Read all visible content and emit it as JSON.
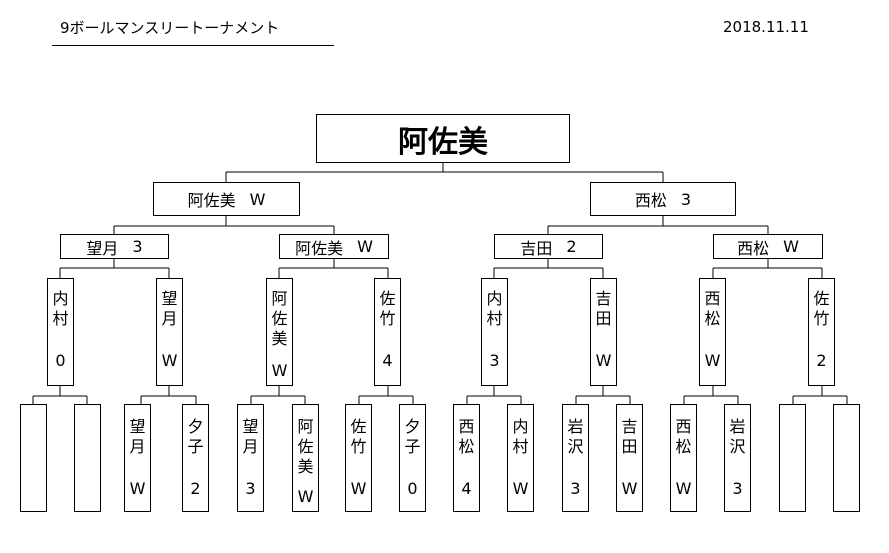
{
  "header": {
    "title": "9ボールマンスリートーナメント",
    "date": "2018.11.11"
  },
  "champion": "阿佐美",
  "level1": [
    {
      "name": "阿佐美",
      "result": "W"
    },
    {
      "name": "西松",
      "result": "3"
    }
  ],
  "level2": [
    {
      "name": "望月",
      "result": "3"
    },
    {
      "name": "阿佐美",
      "result": "W"
    },
    {
      "name": "吉田",
      "result": "2"
    },
    {
      "name": "西松",
      "result": "W"
    }
  ],
  "level3": [
    {
      "name": "内村",
      "result": "0"
    },
    {
      "name": "望月",
      "result": "W"
    },
    {
      "name": "阿佐美",
      "result": "W"
    },
    {
      "name": "佐竹",
      "result": "4"
    },
    {
      "name": "内村",
      "result": "3"
    },
    {
      "name": "吉田",
      "result": "W"
    },
    {
      "name": "西松",
      "result": "W"
    },
    {
      "name": "佐竹",
      "result": "2"
    }
  ],
  "level4": [
    {
      "name": "",
      "result": ""
    },
    {
      "name": "",
      "result": ""
    },
    {
      "name": "望月",
      "result": "W"
    },
    {
      "name": "夕子",
      "result": "2"
    },
    {
      "name": "望月",
      "result": "3"
    },
    {
      "name": "阿佐美",
      "result": "W"
    },
    {
      "name": "佐竹",
      "result": "W"
    },
    {
      "name": "夕子",
      "result": "0"
    },
    {
      "name": "西松",
      "result": "4"
    },
    {
      "name": "内村",
      "result": "W"
    },
    {
      "name": "岩沢",
      "result": "3"
    },
    {
      "name": "吉田",
      "result": "W"
    },
    {
      "name": "西松",
      "result": "W"
    },
    {
      "name": "岩沢",
      "result": "3"
    },
    {
      "name": "",
      "result": ""
    },
    {
      "name": "",
      "result": ""
    }
  ]
}
